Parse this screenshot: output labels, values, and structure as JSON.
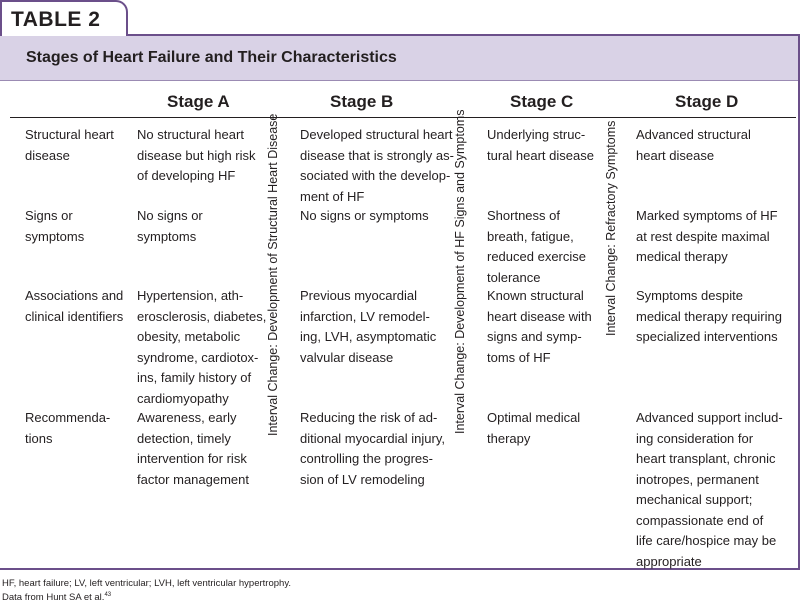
{
  "table_label": "TABLE 2",
  "title": "Stages of Heart Failure and Their Characteristics",
  "stages": [
    "Stage A",
    "Stage B",
    "Stage C",
    "Stage D"
  ],
  "intervals": [
    "Interval Change: Development of Structural Heart Disease",
    "Interval Change: Development of HF Signs and Symptoms",
    "Interval Change: Refractory Symptoms"
  ],
  "rows": [
    {
      "label": [
        "Structural heart",
        "disease"
      ],
      "a": [
        "No structural heart",
        "disease but high risk",
        "of developing HF"
      ],
      "b": [
        "Developed structural heart",
        "disease that is strongly as-",
        "sociated with the develop-",
        "ment of HF"
      ],
      "c": [
        "Underlying struc-",
        "tural heart disease"
      ],
      "d": [
        "Advanced structural",
        "heart disease"
      ]
    },
    {
      "label": [
        "Signs or",
        "symptoms"
      ],
      "a": [
        "No signs or",
        "symptoms"
      ],
      "b": [
        "No signs or symptoms"
      ],
      "c": [
        "Shortness of",
        "breath, fatigue,",
        "reduced exercise",
        "tolerance"
      ],
      "d": [
        "Marked symptoms of HF",
        "at rest despite maximal",
        "medical therapy"
      ]
    },
    {
      "label": [
        "Associations and",
        "clinical identifiers"
      ],
      "a": [
        "Hypertension, ath-",
        "erosclerosis, diabetes,",
        "obesity, metabolic",
        "syndrome, cardiotox-",
        "ins, family history of",
        "cardiomyopathy"
      ],
      "b": [
        "Previous myocardial",
        "infarction, LV remodel-",
        "ing, LVH, asymptomatic",
        "valvular disease"
      ],
      "c": [
        "Known structural",
        "heart disease with",
        "signs and symp-",
        "toms of HF"
      ],
      "d": [
        "Symptoms despite",
        "medical therapy requiring",
        "specialized interventions"
      ]
    },
    {
      "label": [
        "Recommenda-",
        "tions"
      ],
      "a": [
        "Awareness, early",
        "detection, timely",
        "intervention for risk",
        "factor management"
      ],
      "b": [
        "Reducing the risk of ad-",
        "ditional myocardial injury,",
        "controlling the progres-",
        "sion of LV remodeling"
      ],
      "c": [
        "Optimal medical",
        "therapy"
      ],
      "d": [
        "Advanced support includ-",
        "ing consideration for",
        "heart transplant, chronic",
        "inotropes, permanent",
        "mechanical support;",
        "compassionate end of",
        "life care/hospice may be",
        "appropriate"
      ]
    }
  ],
  "footnote_1": "HF, heart failure; LV, left ventricular; LVH, left ventricular hypertrophy.",
  "footnote_2": "Data from Hunt SA et al.",
  "footnote_ref": "43"
}
